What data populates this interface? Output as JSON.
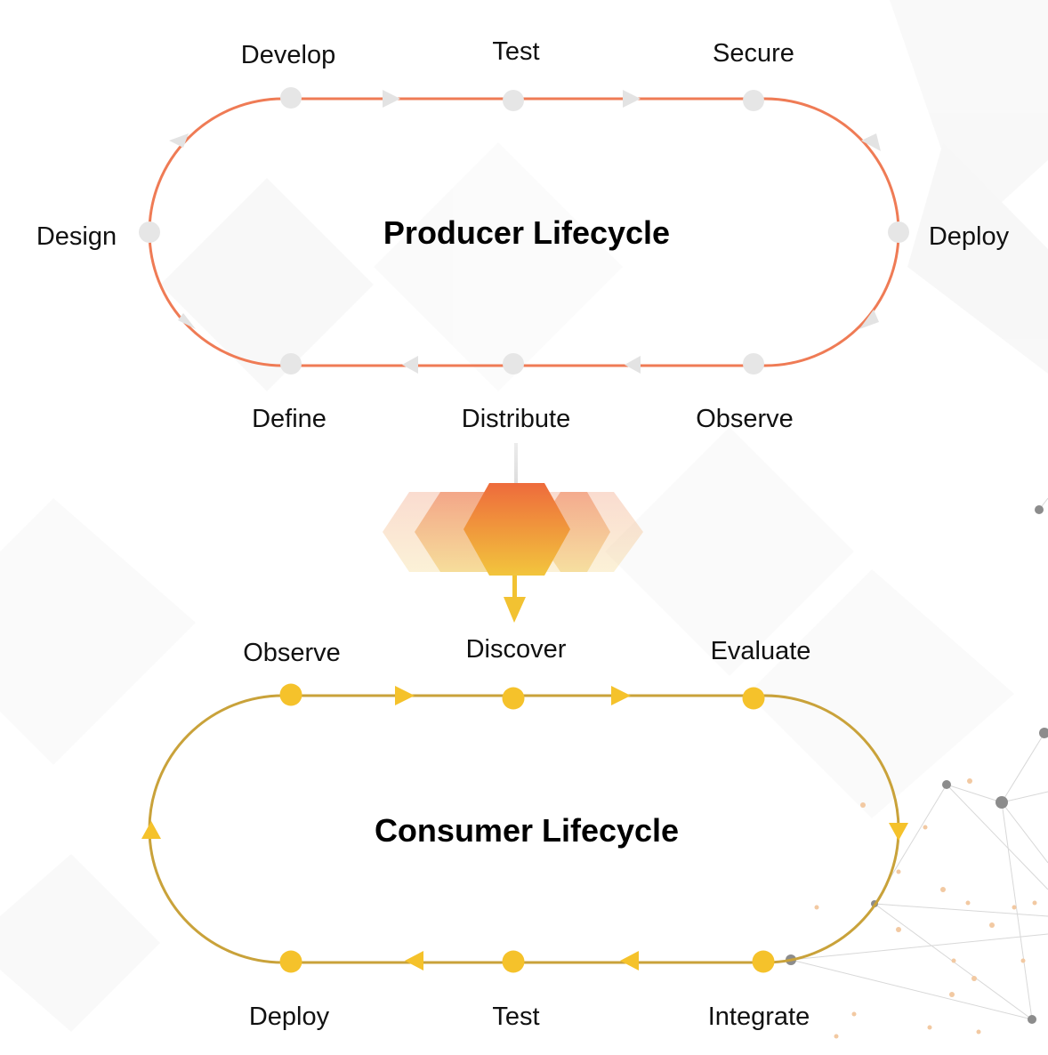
{
  "producer": {
    "title": "Producer Lifecycle",
    "stages": {
      "develop": "Develop",
      "test": "Test",
      "secure": "Secure",
      "design": "Design",
      "deploy": "Deploy",
      "define": "Define",
      "distribute": "Distribute",
      "observe": "Observe"
    },
    "color": "#ef7b55",
    "node_color": "#e6e6e6"
  },
  "consumer": {
    "title": "Consumer Lifecycle",
    "stages": {
      "observe": "Observe",
      "discover": "Discover",
      "evaluate": "Evaluate",
      "deploy": "Deploy",
      "test": "Test",
      "integrate": "Integrate"
    },
    "color": "#c9a23a",
    "node_color": "#f5c22b"
  },
  "connector": {
    "hexagon_gradient": [
      "#ee6b3c",
      "#f2c53d"
    ],
    "arrow_color": "#f2c232"
  }
}
